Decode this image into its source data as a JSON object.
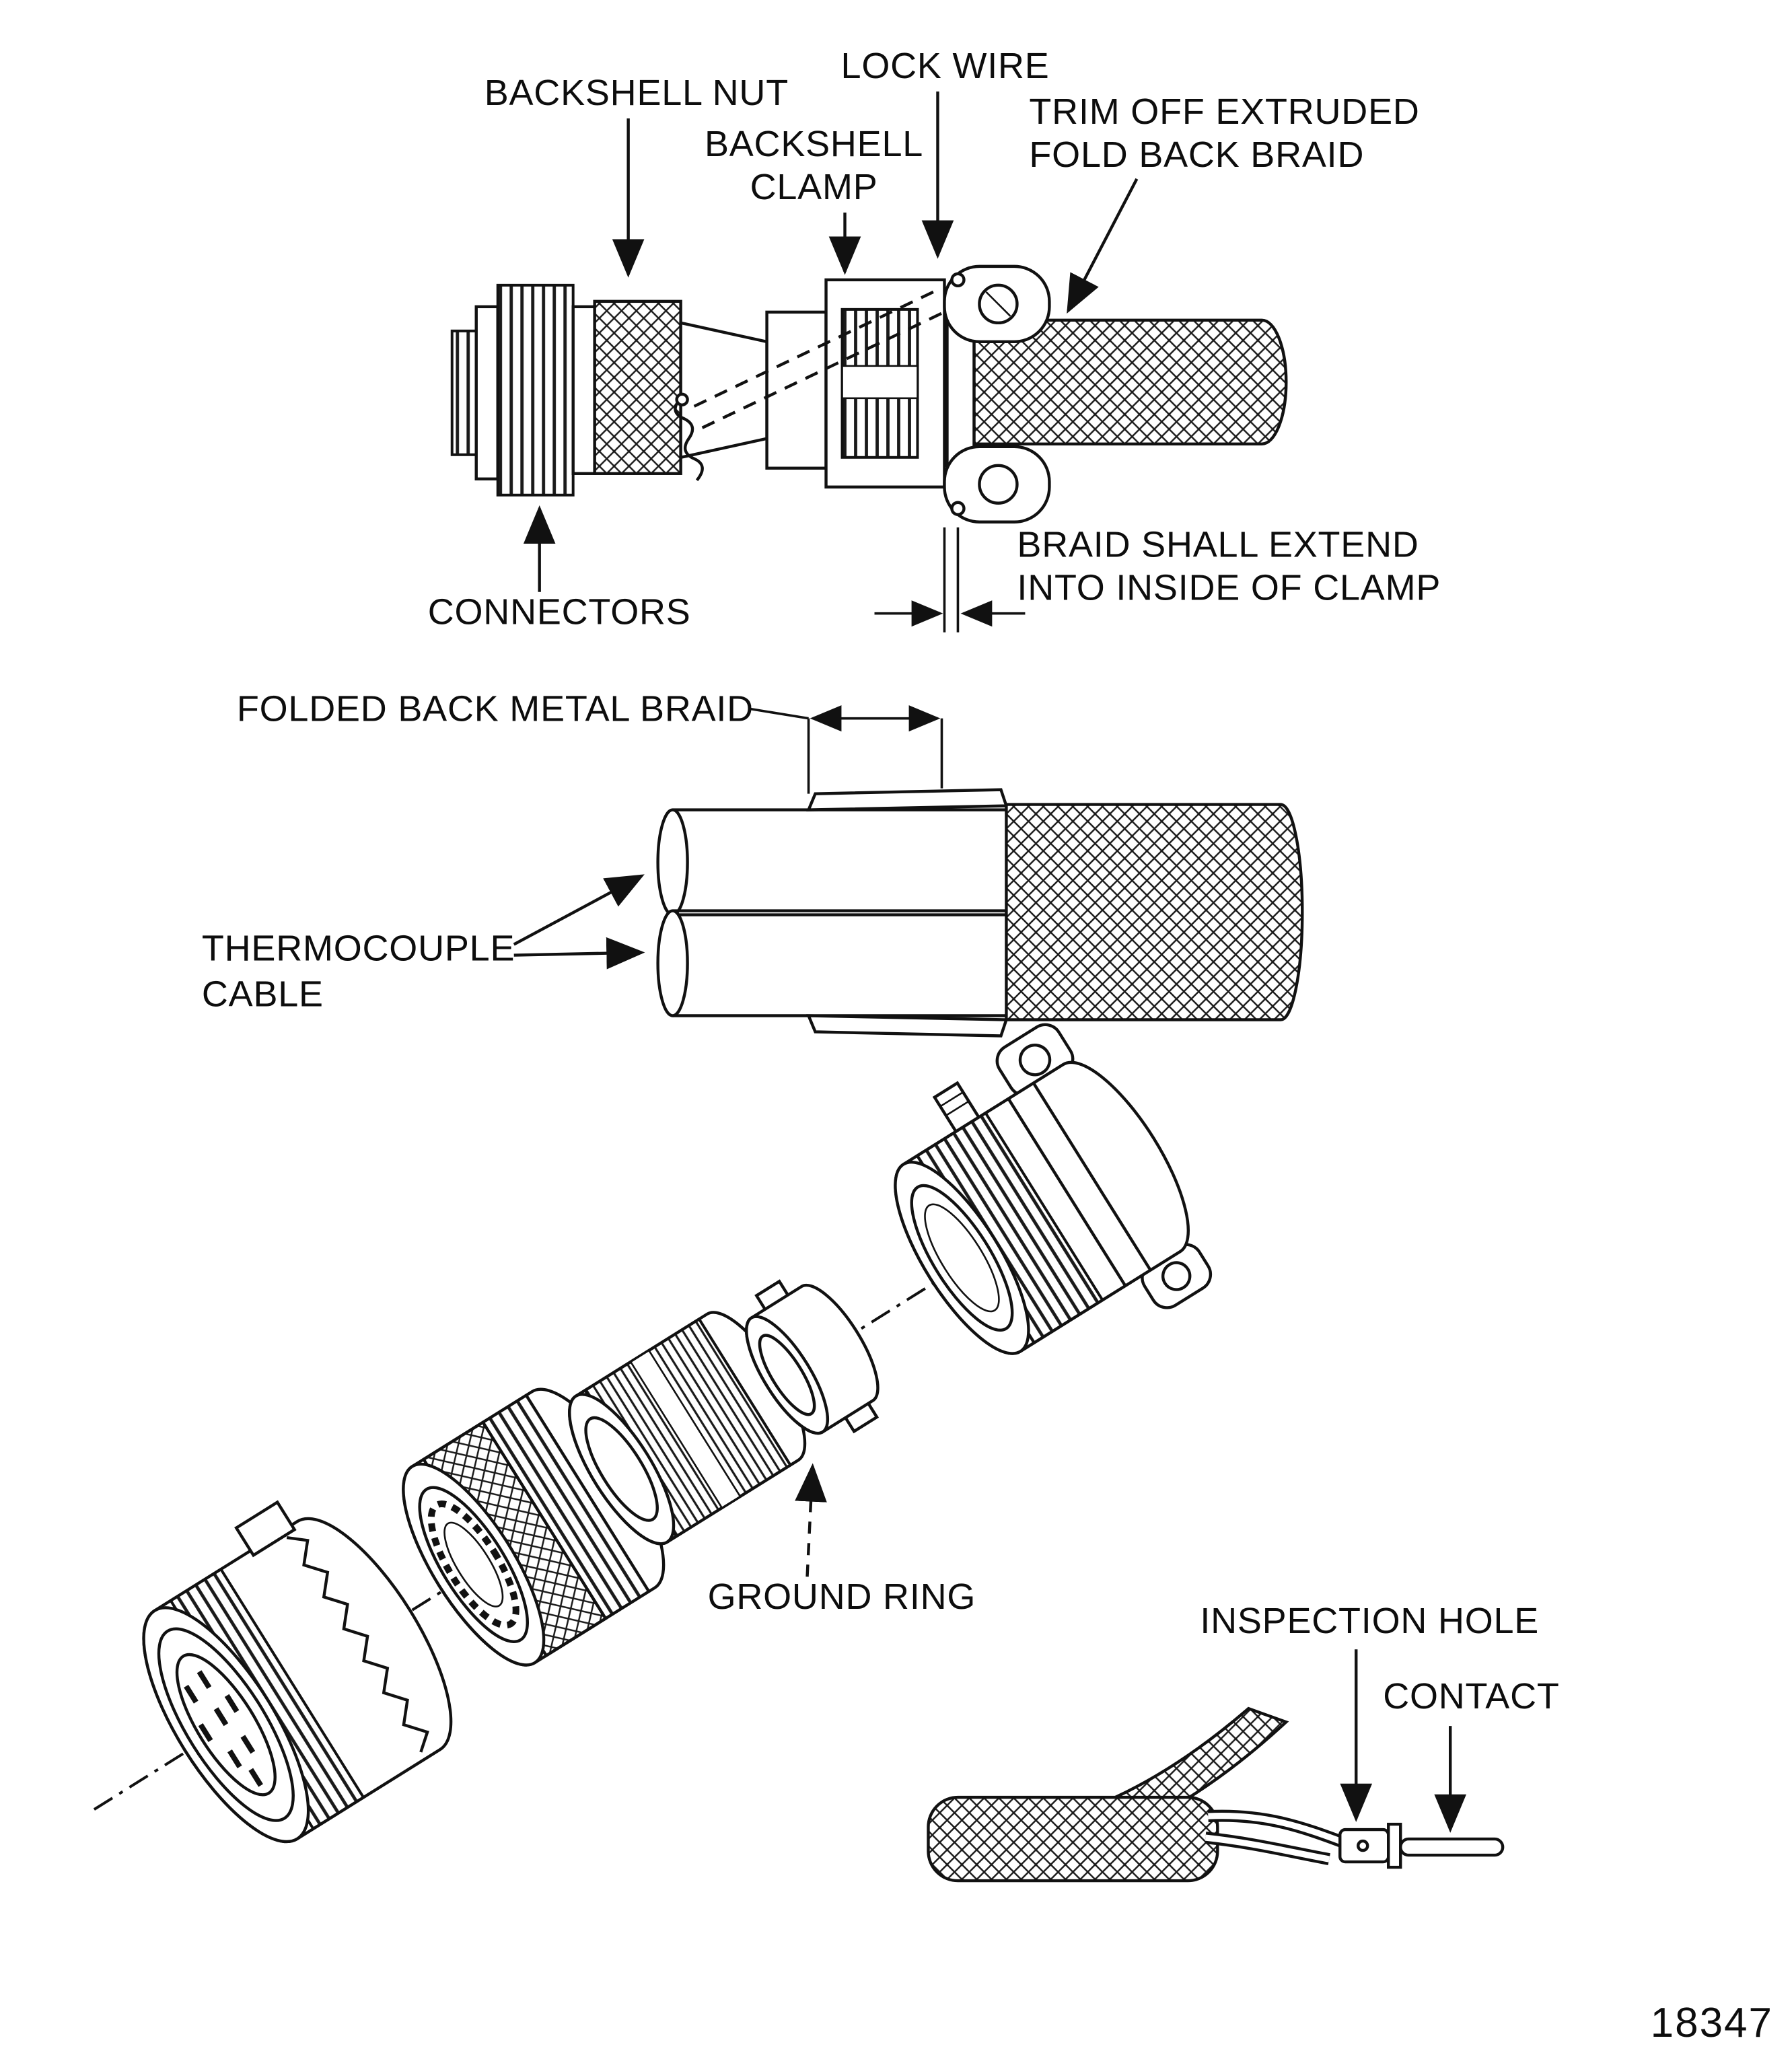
{
  "figure": {
    "number": "18347",
    "colors": {
      "ink": "#111111",
      "paper": "#ffffff"
    },
    "labels": {
      "backshell_nut": "BACKSHELL NUT",
      "lock_wire": "LOCK WIRE",
      "backshell_clamp_line1": "BACKSHELL",
      "backshell_clamp_line2": "CLAMP",
      "trim_line1": "TRIM OFF EXTRUDED",
      "trim_line2": "FOLD BACK BRAID",
      "connectors": "CONNECTORS",
      "braid_extend_line1": "BRAID SHALL EXTEND",
      "braid_extend_line2": "INTO INSIDE OF CLAMP",
      "folded_back_metal_braid": "FOLDED BACK METAL BRAID",
      "thermocouple_line1": "THERMOCOUPLE",
      "thermocouple_line2": "CABLE",
      "ground_ring": "GROUND RING",
      "inspection_hole": "INSPECTION HOLE",
      "contact": "CONTACT"
    }
  }
}
